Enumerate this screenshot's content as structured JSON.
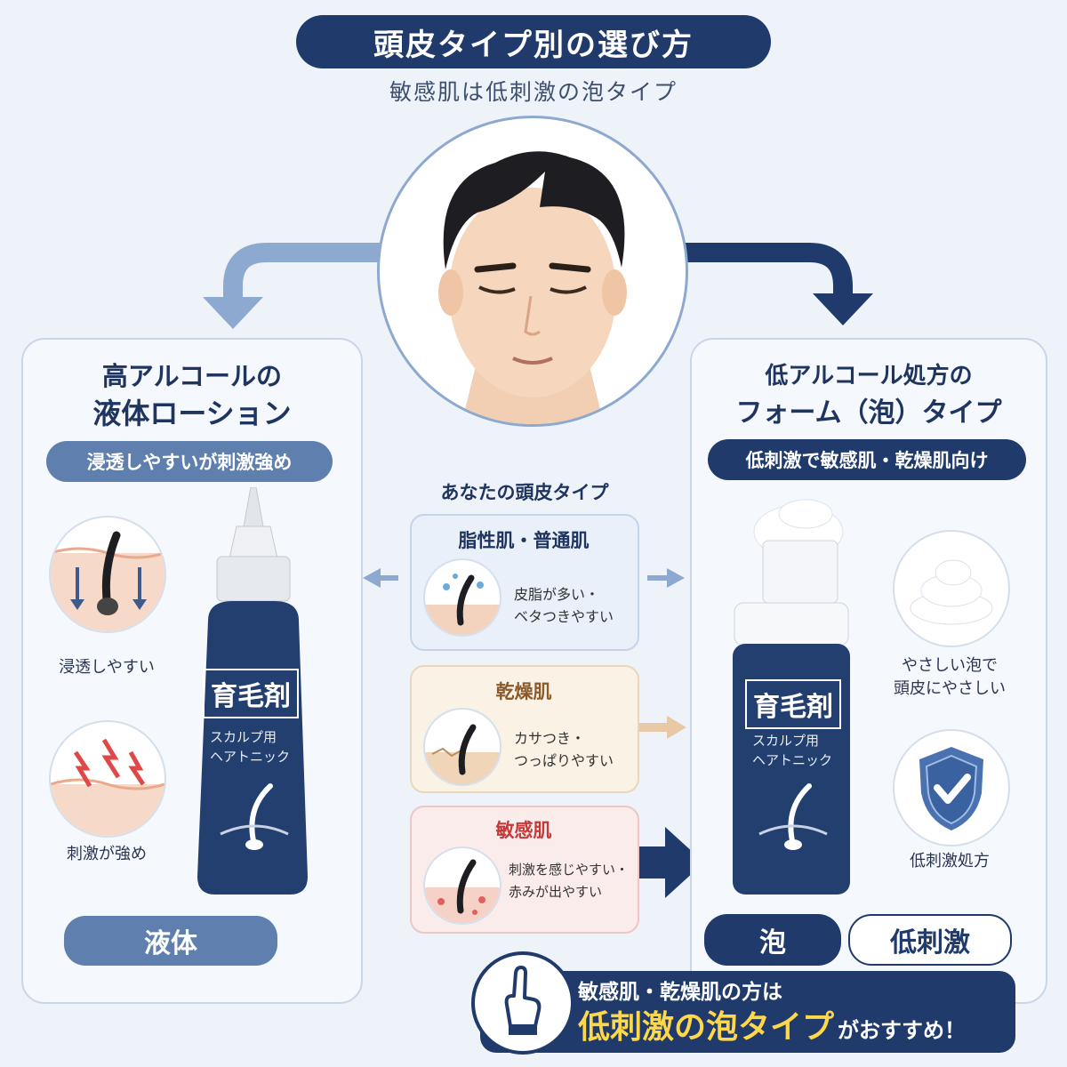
{
  "header": {
    "title": "頭皮タイプ別の選び方",
    "subtitle": "敏感肌は低刺激の泡タイプ"
  },
  "left_panel": {
    "heading_line1": "高アルコールの",
    "heading_line2": "液体ローション",
    "tagline": "浸透しやすいが刺激強め",
    "feature1": "浸透しやすい",
    "feature2": "刺激が強め",
    "product_name": "育毛剤",
    "product_desc_line1": "スカルプ用",
    "product_desc_line2": "ヘアトニック",
    "type_label": "液体"
  },
  "center": {
    "heading": "あなたの頭皮タイプ",
    "cards": [
      {
        "title": "脂性肌・普通肌",
        "line1": "皮脂が多い・",
        "line2": "ベタつきやすい"
      },
      {
        "title": "乾燥肌",
        "line1": "カサつき・",
        "line2": "つっぱりやすい"
      },
      {
        "title": "敏感肌",
        "line1": "刺激を感じやすい・",
        "line2": "赤みが出やすい"
      }
    ]
  },
  "right_panel": {
    "heading_line1": "低アルコール処方の",
    "heading_line2": "フォーム（泡）タイプ",
    "tagline": "低刺激で敏感肌・乾燥肌向け",
    "feature1_line1": "やさしい泡で",
    "feature1_line2": "頭皮にやさしい",
    "feature2": "低刺激処方",
    "product_name": "育毛剤",
    "product_desc_line1": "スカルプ用",
    "product_desc_line2": "ヘアトニック",
    "type_label1": "泡",
    "type_label2": "低刺激"
  },
  "banner": {
    "line1": "敏感肌・乾燥肌の方は",
    "highlight": "低刺激の泡タイプ",
    "suffix": "がおすすめ！"
  },
  "colors": {
    "navy": "#1f3a6b",
    "light_blue": "#5f7fae",
    "oily_card": "#e9f0f9",
    "dry_card": "#fbf2e6",
    "sensitive_card": "#fbecec",
    "highlight_yellow": "#ffd84a"
  }
}
